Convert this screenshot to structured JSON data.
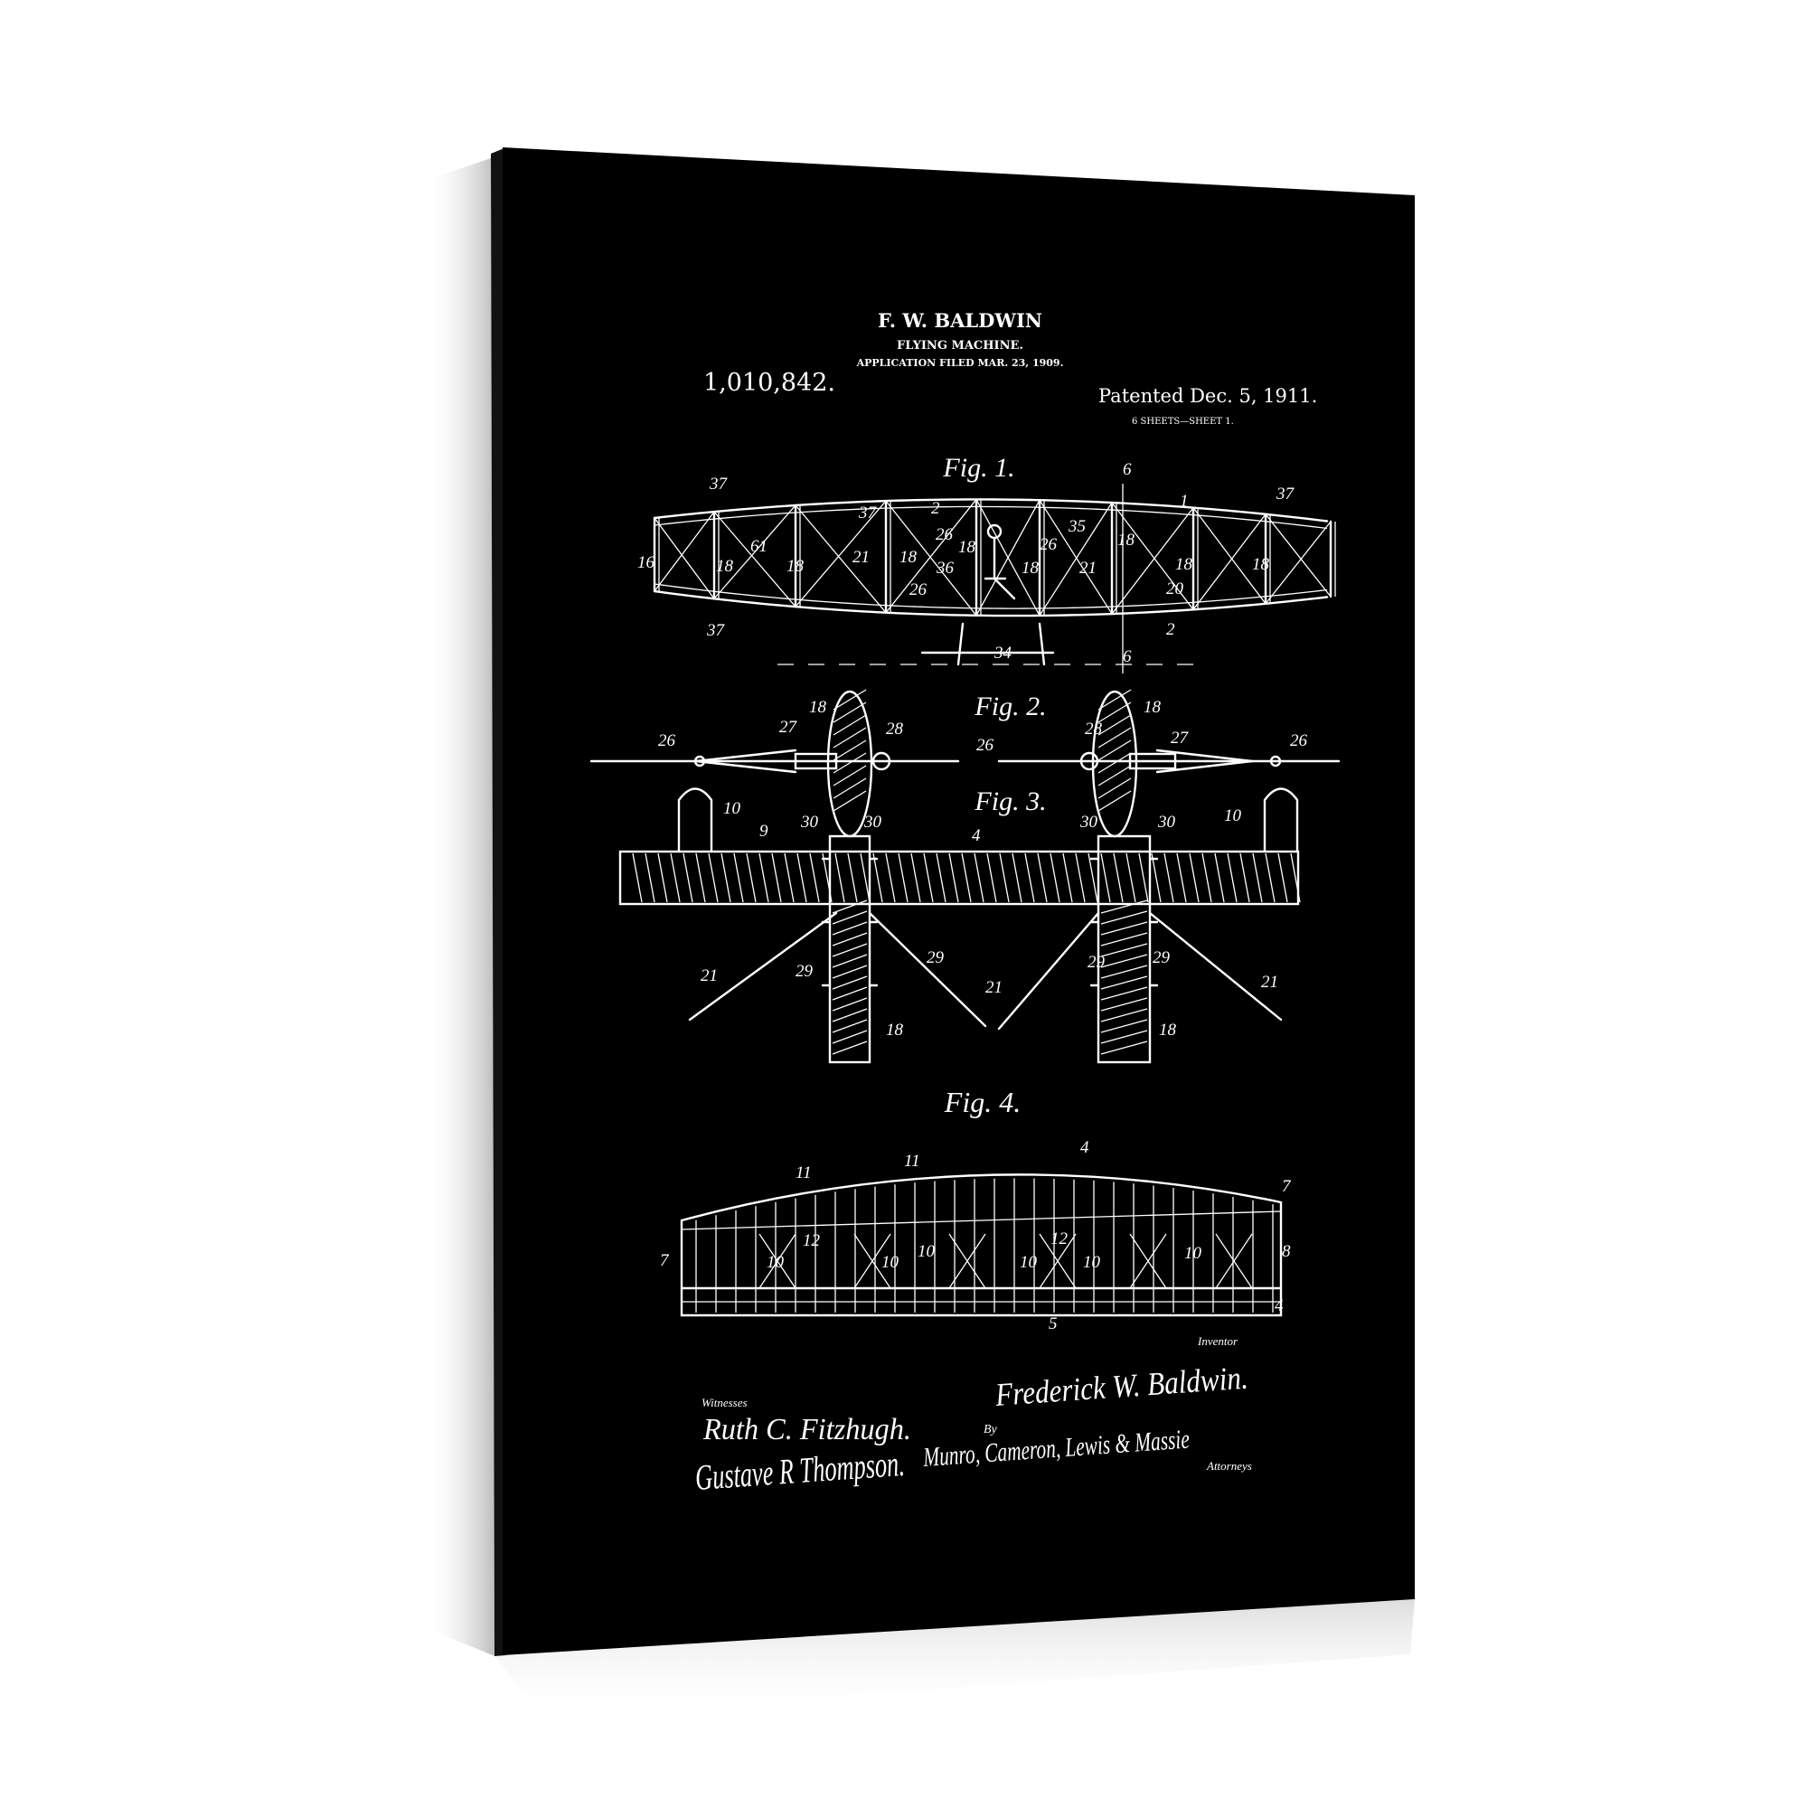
{
  "header": {
    "inventor": "F. W. BALDWIN",
    "title": "FLYING MACHINE.",
    "application": "APPLICATION FILED MAR. 23, 1909.",
    "patent_number": "1,010,842.",
    "patented": "Patented Dec. 5, 1911.",
    "sheets": "6 SHEETS—SHEET 1."
  },
  "figures": {
    "fig1": "Fig. 1.",
    "fig2": "Fig. 2.",
    "fig3": "Fig. 3.",
    "fig4": "Fig. 4."
  },
  "numerals": {
    "fig1": [
      "37",
      "37",
      "37",
      "16",
      "18",
      "61",
      "18",
      "21",
      "18",
      "2",
      "26",
      "18",
      "36",
      "26",
      "35",
      "18",
      "26",
      "21",
      "18",
      "18",
      "37",
      "18",
      "20",
      "2",
      "34",
      "6",
      "6",
      "1"
    ],
    "fig2": [
      "26",
      "27",
      "18",
      "28",
      "26",
      "28",
      "18",
      "27",
      "26"
    ],
    "fig3": [
      "10",
      "9",
      "30",
      "30",
      "4",
      "30",
      "30",
      "10",
      "21",
      "29",
      "29",
      "18",
      "21",
      "29",
      "29",
      "18",
      "21"
    ],
    "fig4": [
      "11",
      "11",
      "4",
      "7",
      "7",
      "8",
      "10",
      "12",
      "10",
      "10",
      "10",
      "12",
      "10",
      "10",
      "5",
      "4"
    ]
  },
  "signatures": {
    "witnesses_label": "Witnesses",
    "witness1": "Ruth C. Fitzhugh.",
    "witness2": "Gustave R Thompson.",
    "inventor_signature": "Frederick W. Baldwin.",
    "inventor_label": "Inventor",
    "by_label": "By",
    "attorneys_signature": "Munro, Cameron, Lewis & Massie",
    "attorneys_label": "Attorneys"
  },
  "colors": {
    "canvas": "#000000",
    "ink": "#ffffff",
    "background": "#ffffff"
  }
}
